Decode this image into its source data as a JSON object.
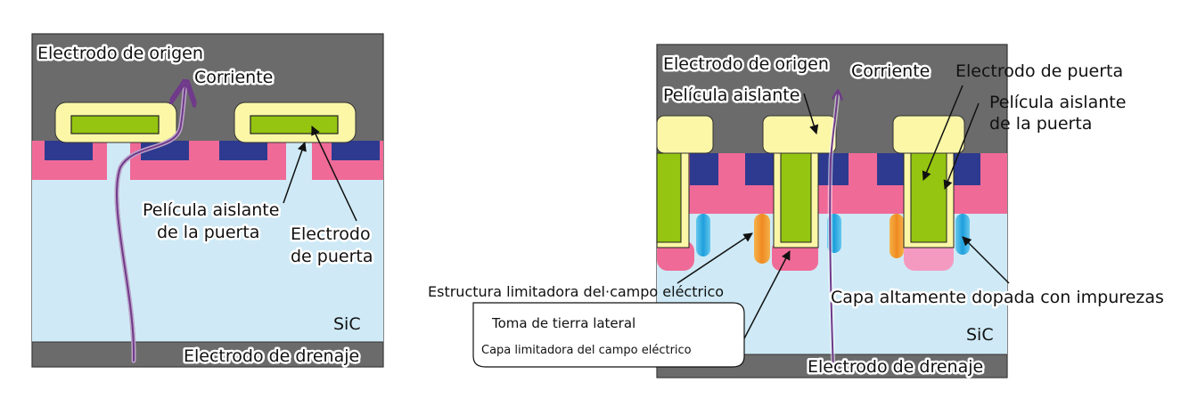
{
  "colors": {
    "metal": "#6b6b6b",
    "sic": "#cfeaf6",
    "p_well": "#f06a98",
    "n_source": "#2e3a8f",
    "gate": "#95c511",
    "insulator": "#fbf7a7",
    "current": "#6f3a8a",
    "orange": "#f09a2e",
    "cyan": "#2aaee0"
  },
  "left": {
    "source_electrode": "Electrodo de origen",
    "current": "Corriente",
    "gate_insulator_line1": "Película aislante",
    "gate_insulator_line2": "de la puerta",
    "gate_electrode_line1": "Electrodo",
    "gate_electrode_line2": "de puerta",
    "sic": "SiC",
    "drain_electrode": "Electrodo de drenaje"
  },
  "right": {
    "source_electrode": "Electrodo de origen",
    "current": "Corriente",
    "gate_electrode": "Electrodo de puerta",
    "insulating_film": "Película aislante",
    "gate_insulator_line1": "Película aislante",
    "gate_insulator_line2": "de la puerta",
    "field_structure": "Estructura limitadora del·campo eléctrico",
    "side_ground": "Toma de tierra lateral",
    "field_layer": "Capa limitadora del campo eléctrico",
    "doped_layer": "Capa altamente dopada con impurezas",
    "sic": "SiC",
    "drain_electrode": "Electrodo de drenaje"
  }
}
